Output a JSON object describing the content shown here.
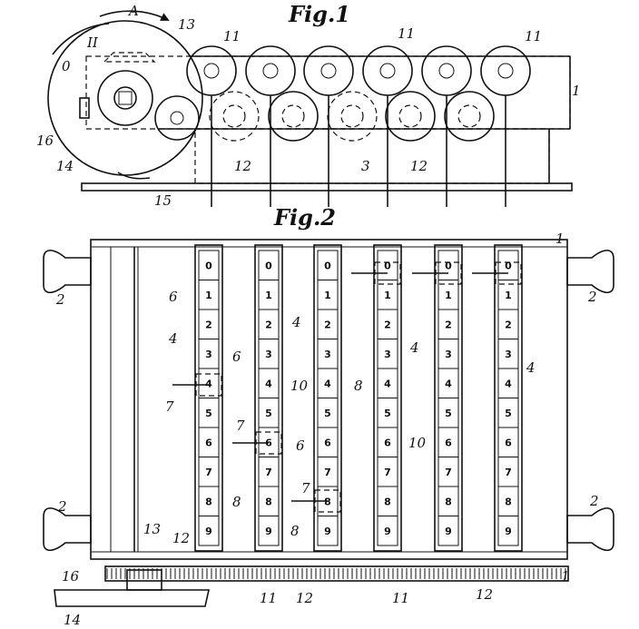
{
  "fig1": {
    "title": "Fig.1",
    "arrow_label": "A",
    "mark_ii": "II",
    "mark_o": "0",
    "labels": [
      {
        "id": "l13",
        "text": "13"
      },
      {
        "id": "l11a",
        "text": "11"
      },
      {
        "id": "l11b",
        "text": "11"
      },
      {
        "id": "l11c",
        "text": "11"
      },
      {
        "id": "l1",
        "text": "1"
      },
      {
        "id": "l16",
        "text": "16"
      },
      {
        "id": "l14",
        "text": "14"
      },
      {
        "id": "l12a",
        "text": "12"
      },
      {
        "id": "l3",
        "text": "3"
      },
      {
        "id": "l12b",
        "text": "12"
      },
      {
        "id": "l15",
        "text": "15"
      }
    ]
  },
  "fig2": {
    "title": "Fig.2",
    "digits": [
      "0",
      "1",
      "2",
      "3",
      "4",
      "5",
      "6",
      "7",
      "8",
      "9"
    ],
    "labels": [
      {
        "id": "m1a",
        "text": "1"
      },
      {
        "id": "m2a",
        "text": "2"
      },
      {
        "id": "m2b",
        "text": "2"
      },
      {
        "id": "m6a",
        "text": "6"
      },
      {
        "id": "m4a",
        "text": "4"
      },
      {
        "id": "m4b",
        "text": "4"
      },
      {
        "id": "m6b",
        "text": "6"
      },
      {
        "id": "m10a",
        "text": "10"
      },
      {
        "id": "m8a",
        "text": "8"
      },
      {
        "id": "m4c",
        "text": "4"
      },
      {
        "id": "m4d",
        "text": "4"
      },
      {
        "id": "m7a",
        "text": "7"
      },
      {
        "id": "m7b",
        "text": "7"
      },
      {
        "id": "m6c",
        "text": "6"
      },
      {
        "id": "m10b",
        "text": "10"
      },
      {
        "id": "m8b",
        "text": "8"
      },
      {
        "id": "m7c",
        "text": "7"
      },
      {
        "id": "m8c",
        "text": "8"
      },
      {
        "id": "m2c",
        "text": "2"
      },
      {
        "id": "m2d",
        "text": "2"
      },
      {
        "id": "m13",
        "text": "13"
      },
      {
        "id": "m12a",
        "text": "12"
      },
      {
        "id": "m16",
        "text": "16"
      },
      {
        "id": "m14",
        "text": "14"
      },
      {
        "id": "m11a",
        "text": "11"
      },
      {
        "id": "m12b",
        "text": "12"
      },
      {
        "id": "m11b",
        "text": "11"
      },
      {
        "id": "m12c",
        "text": "12"
      },
      {
        "id": "m1b",
        "text": "1"
      }
    ]
  }
}
